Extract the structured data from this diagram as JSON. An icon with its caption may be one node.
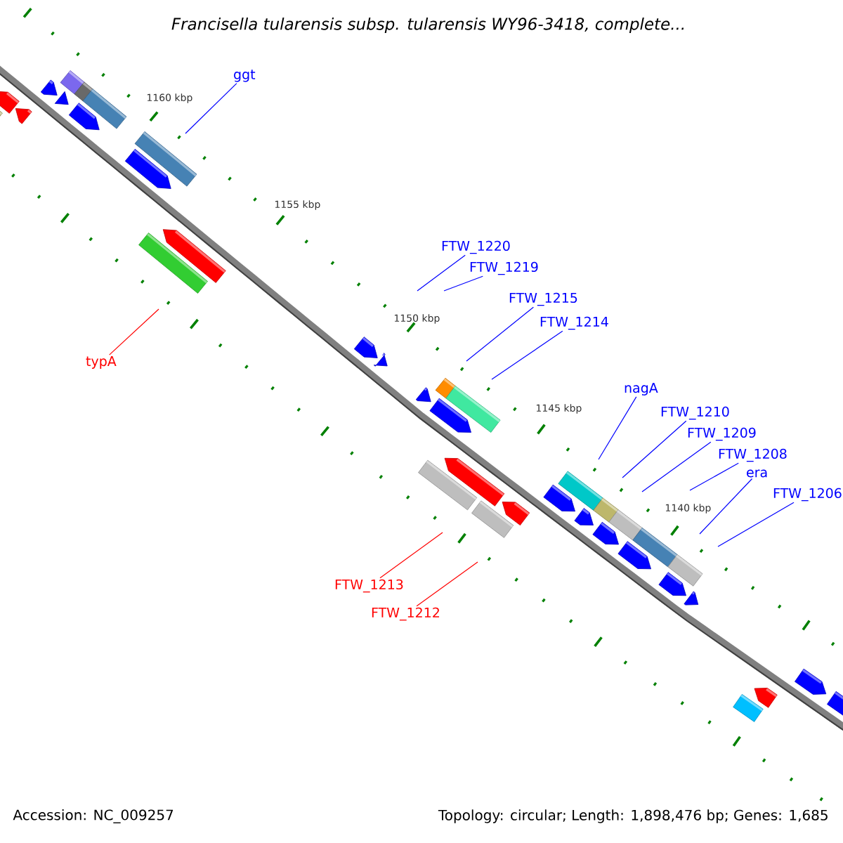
{
  "diagram": {
    "title": "Francisella tularensis subsp. tularensis WY96-3418, complete...",
    "nodes": [
      {
        "text": [
          "ggt"
        ]
      },
      {
        "text": [
          "FTW_1220"
        ]
      },
      {
        "text": [
          "FTW_1219"
        ]
      },
      {
        "text": [
          "FTW_1215"
        ]
      },
      {
        "text": [
          "FTW_1214"
        ]
      },
      {
        "text": [
          "typA"
        ]
      },
      {
        "text": [
          "nagA"
        ]
      },
      {
        "text": [
          "FTW_1210"
        ]
      },
      {
        "text": [
          "FTW_1209"
        ]
      },
      {
        "text": [
          "FTW_1208"
        ]
      },
      {
        "text": [
          "era"
        ]
      },
      {
        "text": [
          "FTW_1206"
        ]
      },
      {
        "text": [
          "FTW_1213"
        ]
      },
      {
        "text": [
          "FTW_1212"
        ]
      }
    ],
    "edges": [
      {
        "from": 0,
        "to": null,
        "arrow": "none"
      },
      {
        "from": 1,
        "to": null,
        "arrow": "none"
      },
      {
        "from": 2,
        "to": null,
        "arrow": "none"
      },
      {
        "from": 3,
        "to": null,
        "arrow": "none"
      },
      {
        "from": 4,
        "to": null,
        "arrow": "none"
      },
      {
        "from": 5,
        "to": null,
        "arrow": "none",
        "color": "#ff0000"
      },
      {
        "from": 6,
        "to": null,
        "arrow": "none"
      },
      {
        "from": 7,
        "to": null,
        "arrow": "none"
      },
      {
        "from": 8,
        "to": null,
        "arrow": "none"
      },
      {
        "from": 9,
        "to": null,
        "arrow": "none"
      },
      {
        "from": 10,
        "to": null,
        "arrow": "none"
      },
      {
        "from": 11,
        "to": null,
        "arrow": "none"
      },
      {
        "from": 12,
        "to": null,
        "arrow": "none",
        "color": "#ff0000"
      },
      {
        "from": 13,
        "to": null,
        "arrow": "none",
        "color": "#ff0000"
      }
    ],
    "labels": [
      "1160 kbp",
      "1155 kbp",
      "1150 kbp",
      "1145 kbp",
      "1140 kbp",
      "Accession: NC_009257",
      "Topology: circular; Length: 1,898,476 bp; Genes: 1,685"
    ]
  }
}
